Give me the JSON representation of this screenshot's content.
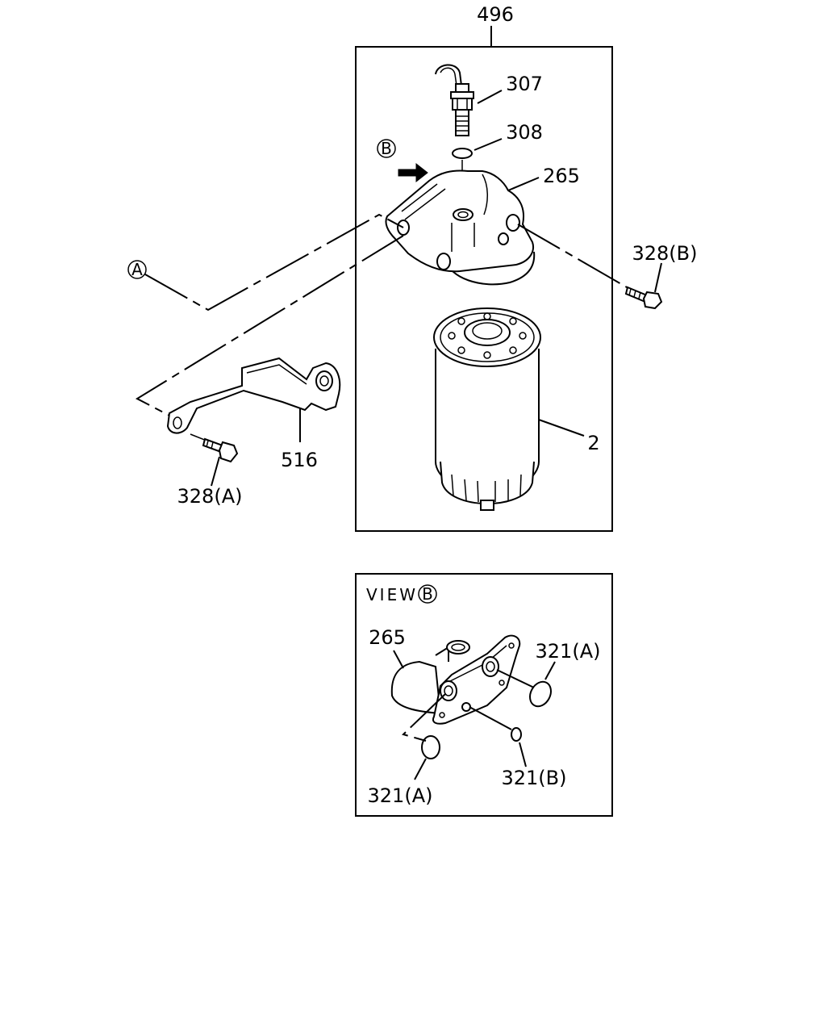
{
  "labels": {
    "assembly": "496",
    "p307": "307",
    "p308": "308",
    "p265": "265",
    "p328b": "328(B)",
    "p2": "2",
    "p516": "516",
    "p328a": "328(A)",
    "markerA": "A",
    "markerB": "B",
    "view_prefix": "VIEW",
    "view_marker": "B",
    "v_265": "265",
    "v_321a_top": "321(A)",
    "v_321b": "321(B)",
    "v_321a_bottom": "321(A)"
  }
}
